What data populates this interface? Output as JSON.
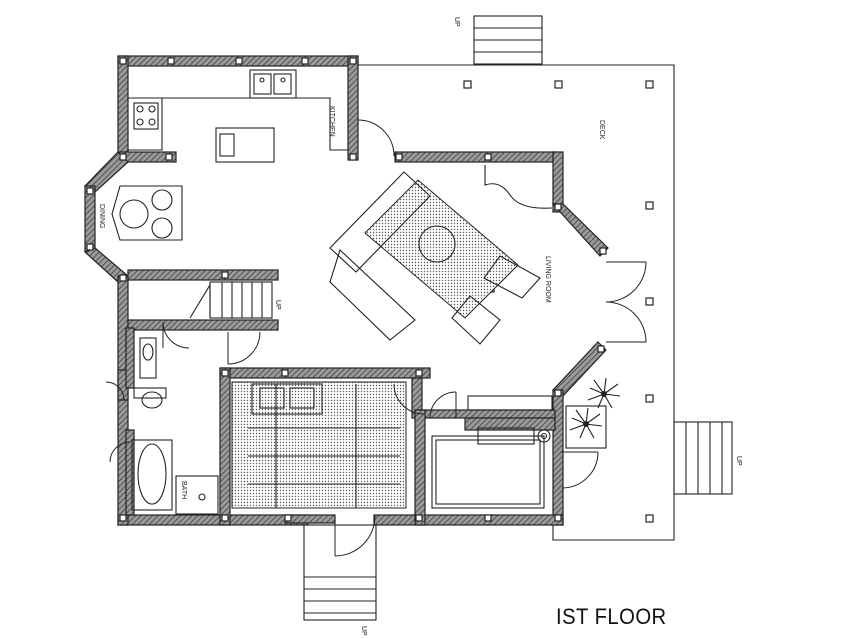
{
  "plan": {
    "title": "IST FLOOR",
    "rooms": {
      "kitchen": "KITCHEN",
      "dining": "DINING",
      "living": "LIVING ROOM",
      "deck": "DECK",
      "bath": "BATH"
    },
    "stairs": {
      "up_top": "UP",
      "up_interior": "UP",
      "up_right": "UP",
      "up_bottom": "UP"
    }
  }
}
